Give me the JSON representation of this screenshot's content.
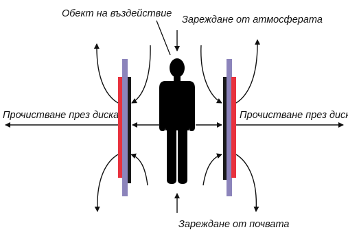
{
  "labels": {
    "object": "Обект на въздействие",
    "charge_atmosphere": "Зареждане от атмосферата",
    "cleanse_left": "Прочистване през диска",
    "cleanse_right": "Прочистване през диска",
    "charge_soil": "Зареждане от почвата"
  },
  "colors": {
    "red_layer": "#e8323e",
    "dark_layer": "#1a1a1a",
    "violet_layer": "#8c84bb",
    "figure": "#000000",
    "arrows": "#111111",
    "background": "#ffffff"
  },
  "icons": {
    "person": "person-silhouette-icon"
  }
}
